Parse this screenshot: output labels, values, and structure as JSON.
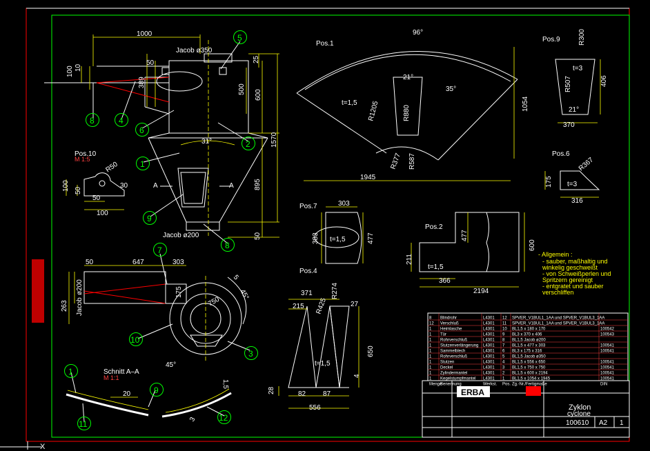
{
  "dimensions": {
    "top_1000": "1000",
    "jacob_350": "Jacob ø350",
    "d_100": "100",
    "d_10": "10",
    "d_50a": "50",
    "d_389": "389",
    "d_25": "25",
    "d_500": "500",
    "d_600": "600",
    "d_1570": "1570",
    "angle_31": "31°",
    "d_895": "895",
    "d_50b": "50",
    "jacob_200": "Jacob ø200",
    "section_a_left": "A",
    "section_a_right": "A"
  },
  "balloons": [
    "1",
    "2",
    "3",
    "4",
    "5",
    "6",
    "7",
    "8",
    "8",
    "9",
    "10",
    "11",
    "12",
    "9",
    "1"
  ],
  "pos10": {
    "title": "Pos.10",
    "sub": "M 1:5",
    "r50": "R50",
    "d30": "30",
    "d100a": "100",
    "d50a": "50",
    "d50b": "50",
    "d100b": "100"
  },
  "pos1": {
    "title": "Pos.1",
    "angle_96": "96°",
    "angle_21": "21°",
    "angle_35": "35°",
    "t": "t=1,5",
    "r1205": "R1205",
    "r880": "R880",
    "r377": "R377",
    "r587": "R587",
    "d1945": "1945",
    "d1054": "1054"
  },
  "pos9": {
    "title": "Pos.9",
    "r300": "R300",
    "t": "t=3",
    "r507": "R507",
    "d406": "406",
    "angle_21": "21°",
    "d370": "370"
  },
  "pos6": {
    "title": "Pos.6",
    "r367": "R367",
    "d175": "175",
    "t": "t=3",
    "d316": "316"
  },
  "pos7": {
    "title": "Pos.7",
    "d303": "303",
    "d383": "383",
    "t": "t=1,5",
    "d477": "477"
  },
  "pos2": {
    "title": "Pos.2",
    "d477": "477",
    "d600": "600",
    "d211": "211",
    "t": "t=1,5",
    "d366": "366",
    "d2194": "2194"
  },
  "pos4": {
    "title": "Pos.4",
    "d371": "371",
    "r274": "R274",
    "d215": "215",
    "r425": "R425",
    "d27": "27",
    "t": "t=1,5",
    "d650": "650",
    "d4": "4",
    "d28": "28",
    "d82": "82",
    "d87": "87",
    "d556": "556"
  },
  "plan": {
    "d50": "50",
    "d647": "647",
    "d303": "303",
    "d200": "ø200",
    "d263": "263",
    "jacob": "Jacob",
    "d175": "175",
    "d750": "750",
    "d45a": "45°",
    "d5": "5",
    "d45b": "45°"
  },
  "schnitt": {
    "title": "Schnitt A–A",
    "sub": "M 1:1",
    "d20": "20",
    "d15": "1,5",
    "d3": "3"
  },
  "notes": [
    "- Allgemein :",
    "- sauber, maßhaltig und",
    "  winkelig geschweißt",
    "- von Schweißperlen und",
    "  Spritzern gereinigt",
    "- entgratet und sauber",
    "  verschliffen"
  ],
  "bom": {
    "rows": [
      [
        "8",
        "Blindrohr",
        "L4301",
        "12",
        "SPVER_V1BUL1_1AA und SPVER_V1BUL3_1AA",
        ""
      ],
      [
        "12",
        "Verschluß",
        "L4301",
        "11",
        "SPVER_V1BUL1_1AA und SPVER_V1BUL3_1AA",
        ""
      ],
      [
        "1",
        "Heimlasche",
        "L4301",
        "10",
        "BL1,5 x 180 x 170",
        "100542"
      ],
      [
        "1",
        "Tür",
        "L4301",
        "9",
        "BL3 x 370 x 406",
        "100543"
      ],
      [
        "1",
        "Rohrverschluß",
        "L4301",
        "8",
        "BL1,5 Jacob ø200",
        ""
      ],
      [
        "1",
        "Stutzenverlängerung",
        "L4301",
        "7",
        "BL1,5 x 477 x 303",
        "100541"
      ],
      [
        "1",
        "Sammelblech",
        "L4301",
        "6",
        "BL3 x 175 x 316",
        "100541"
      ],
      [
        "1",
        "Rohrverschluß",
        "L4301",
        "5",
        "BL1,5 Jacob ø350",
        ""
      ],
      [
        "1",
        "Stutzen",
        "L4301",
        "4",
        "BL1,5 x 556 x 650",
        "100541"
      ],
      [
        "1",
        "Deckel",
        "L4301",
        "3",
        "BL1,5 x 750 x 750",
        "100541"
      ],
      [
        "1",
        "Zylindermantel",
        "L4301",
        "2",
        "BL1,5 x 600 x 2194",
        "100541"
      ],
      [
        "1",
        "Kegelstumpfmantel",
        "L4301",
        "1",
        "BL1,5 x 1054 x 1945",
        "100541"
      ]
    ],
    "header": [
      "Menge",
      "Benennung",
      "Werkst.",
      "Pos.",
      "Zg.-Nr./Fertigmaße",
      "DIN"
    ]
  },
  "title_block": {
    "logo": "ERBA",
    "name_de": "Zyklon",
    "name_en": "cyclone",
    "drawing_no": "100610",
    "format": "A2",
    "sheet": "1"
  },
  "colors": {
    "frame": "#ffffff",
    "dimension": "#ffff00",
    "balloon": "#00ff00",
    "cut": "#ff0000",
    "background": "#000000"
  }
}
